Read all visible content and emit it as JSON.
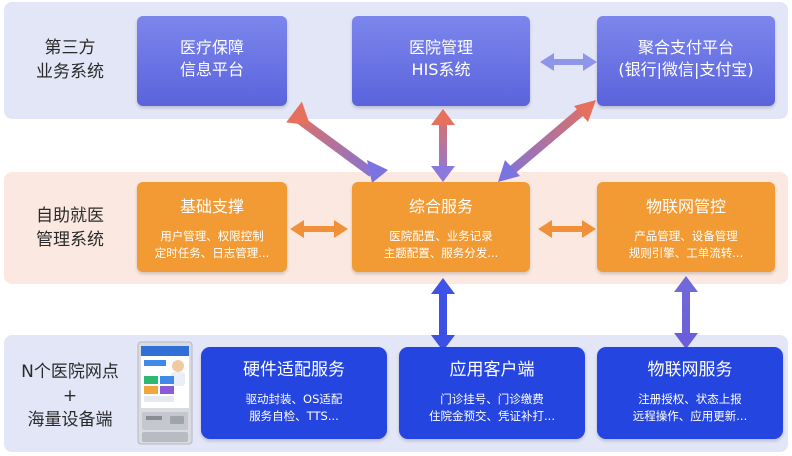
{
  "rows": {
    "top": {
      "line1": "第三方",
      "line2": "业务系统"
    },
    "mid": {
      "line1": "自助就医",
      "line2": "管理系统"
    },
    "bot": {
      "line1": "N个医院网点",
      "line2": "+",
      "line3": "海量设备端"
    }
  },
  "top_boxes": [
    {
      "line1": "医疗保障",
      "line2": "信息平台"
    },
    {
      "line1": "医院管理",
      "line2": "HIS系统"
    },
    {
      "line1": "聚合支付平台",
      "line2": "(银行|微信|支付宝)"
    }
  ],
  "mid_boxes": [
    {
      "title": "基础支撑",
      "sub1": "用户管理、权限控制",
      "sub2": "定时任务、日志管理..."
    },
    {
      "title": "综合服务",
      "sub1": "医院配置、业务记录",
      "sub2": "主题配置、服务分发..."
    },
    {
      "title": "物联网管控",
      "sub1": "产品管理、设备管理",
      "sub2": "规则引擎、工单流转..."
    }
  ],
  "bot_boxes": [
    {
      "title": "硬件适配服务",
      "sub1": "驱动封装、OS适配",
      "sub2": "服务自检、TTS..."
    },
    {
      "title": "应用客户端",
      "sub1": "门诊挂号、门诊缴费",
      "sub2": "住院金预交、凭证补打..."
    },
    {
      "title": "物联网服务",
      "sub1": "注册授权、状态上报",
      "sub2": "远程操作、应用更新..."
    }
  ],
  "icons": {
    "kiosk": "self-service-kiosk-icon"
  },
  "colors": {
    "band_blue": "#e3e6f7",
    "band_peach": "#fbe9e1",
    "box_blue": "#6a73e3",
    "box_orange": "#f29a33",
    "box_deep_blue": "#2545e0",
    "arrow_red": "#e5705e",
    "arrow_orange": "#f0913a"
  }
}
